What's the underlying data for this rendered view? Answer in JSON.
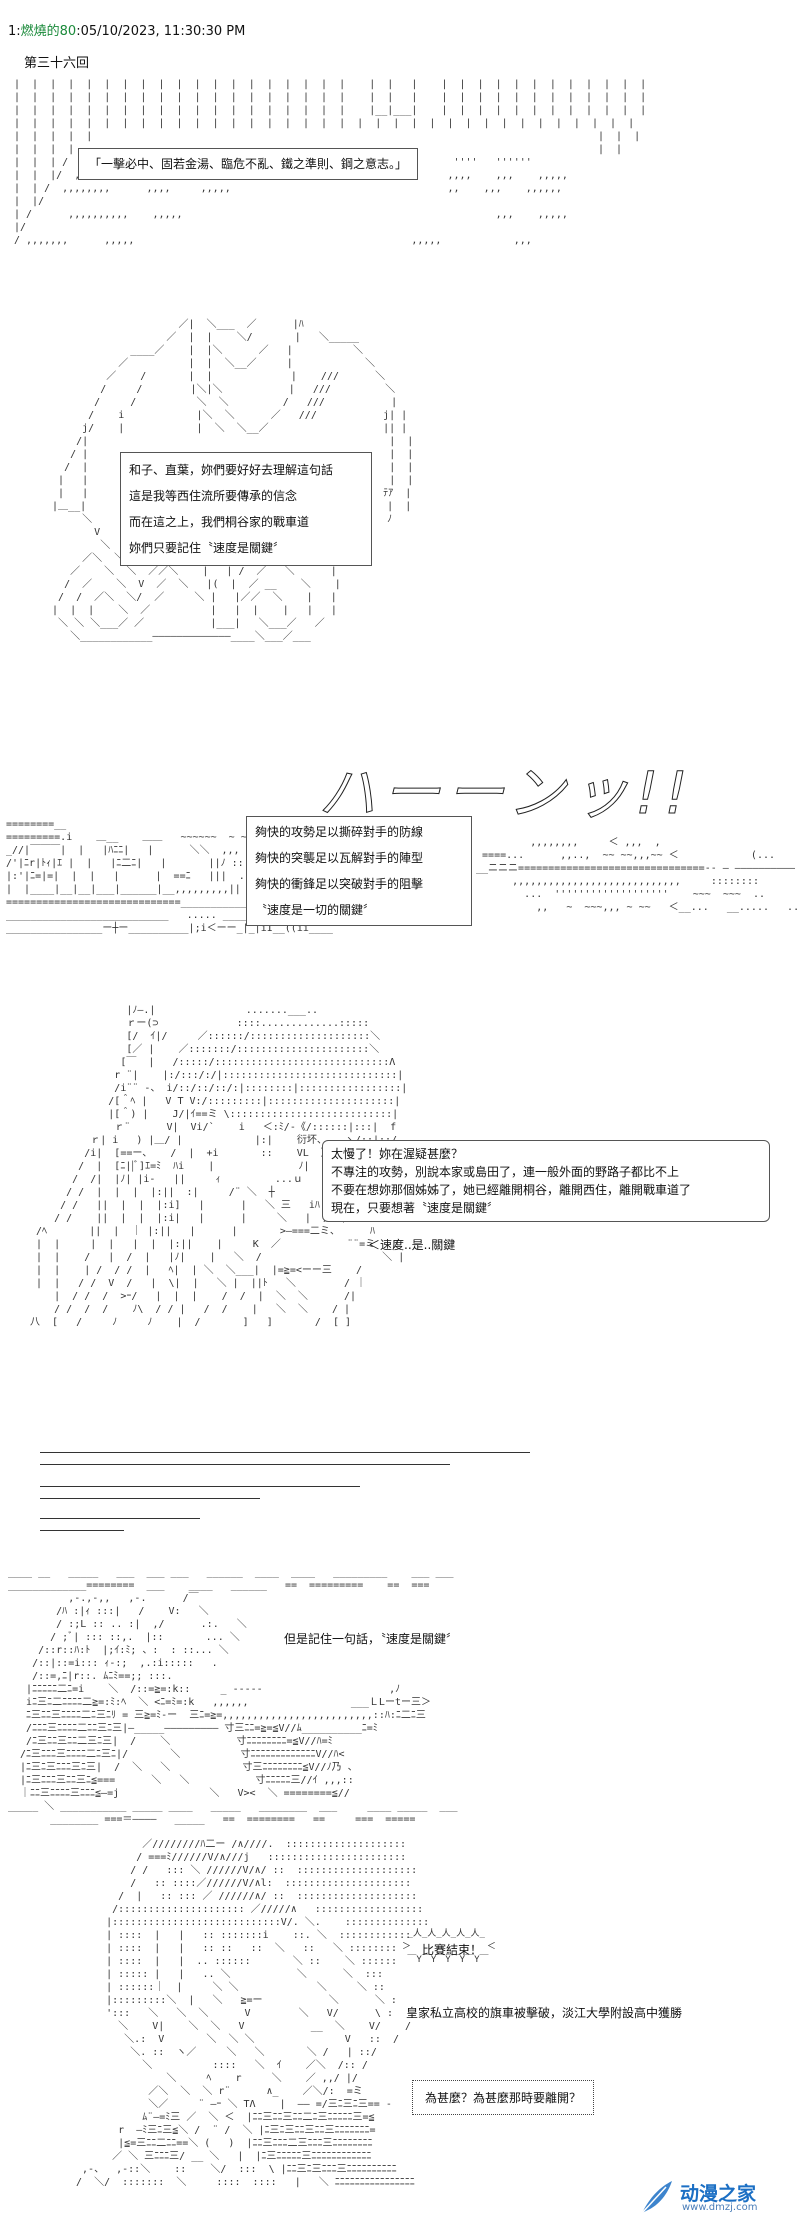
{
  "header": {
    "index": "1:",
    "user": "燃燒的80",
    "timestamp": ":05/10/2023, 11:30:30 PM"
  },
  "chapter": "第三十六回",
  "panel1": {
    "caption": "「一擊必中、固若金湯、臨危不亂、鐵之準則、鋼之意志。」"
  },
  "panel2": {
    "lines": [
      "和子、直葉，妳們要好好去理解這句話",
      "這是我等西住流所要傳承的信念",
      "而在這之上，我們桐谷家的戰車道",
      "妳們只要記住〝速度是關鍵〞"
    ]
  },
  "panel3": {
    "lines": [
      "夠快的攻勢足以撕碎對手的防線",
      "夠快的突襲足以瓦解對手的陣型",
      "夠快的衝鋒足以突破對手的阻擊",
      "〝速度是一切的關鍵〞"
    ],
    "sfx": "ハーーンッ!!"
  },
  "panel4": {
    "lines": [
      "太慢了！妳在渥疑甚麼？",
      "不專注的攻勢，別說本家或島田了，連一般外面的野路子都比不上",
      "不要在想妳那個姊姊了，她已經離開桐谷，離開西住，離開戰車道了",
      "現在，只要想著〝速度是關鍵〞"
    ],
    "whisper": "＜速度..是..關鍵"
  },
  "panel5": {
    "text": "但是記住一句話，〝速度是關鍵〞"
  },
  "panel6": {
    "shout": "比賽結束！",
    "result": "皇家私立高校的旗車被擊破，淡江大學附設高中獲勝",
    "question": "為甚麼？為甚麼那時要離開？"
  },
  "watermark": {
    "name": "动漫之家",
    "url": "www.dmzj.com",
    "color": "#1b6fc4"
  }
}
